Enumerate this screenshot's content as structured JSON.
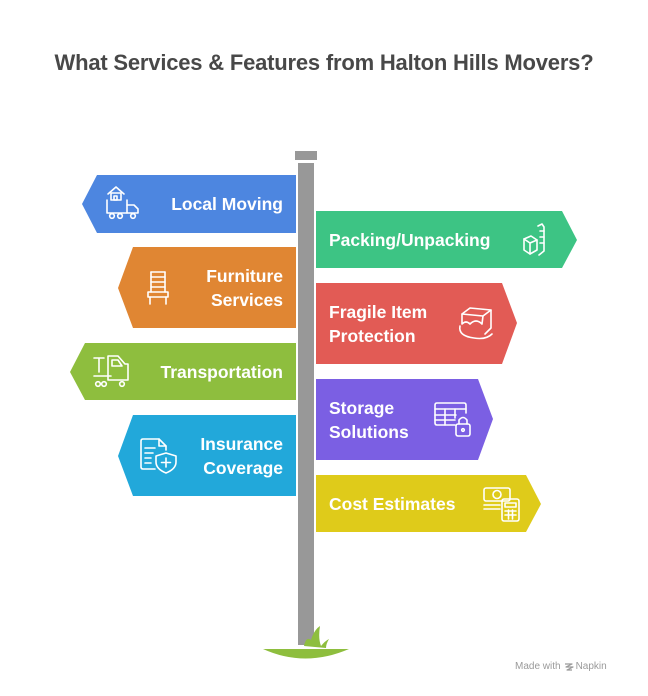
{
  "title": "What Services & Features from Halton Hills Movers?",
  "signs": [
    {
      "id": "local-moving",
      "label_lines": [
        "Local Moving"
      ],
      "side": "left",
      "color": "#4D86E0",
      "icon": "house-truck-icon"
    },
    {
      "id": "packing-unpacking",
      "label_lines": [
        "Packing/Unpacking"
      ],
      "side": "right",
      "color": "#3DC484",
      "icon": "hand-truck-box-icon"
    },
    {
      "id": "furniture-services",
      "label_lines": [
        "Furniture",
        "Services"
      ],
      "side": "left",
      "color": "#E08633",
      "icon": "chair-icon"
    },
    {
      "id": "fragile-item-protection",
      "label_lines": [
        "Fragile Item",
        "Protection"
      ],
      "side": "right",
      "color": "#E25B55",
      "icon": "fragile-box-icon"
    },
    {
      "id": "transportation",
      "label_lines": [
        "Transportation"
      ],
      "side": "left",
      "color": "#8EBE3E",
      "icon": "truck-icon"
    },
    {
      "id": "storage-solutions",
      "label_lines": [
        "Storage",
        "Solutions"
      ],
      "side": "right",
      "color": "#7B5FE3",
      "icon": "storage-lock-icon"
    },
    {
      "id": "insurance-coverage",
      "label_lines": [
        "Insurance",
        "Coverage"
      ],
      "side": "left",
      "color": "#22A8DA",
      "icon": "document-shield-icon"
    },
    {
      "id": "cost-estimates",
      "label_lines": [
        "Cost Estimates"
      ],
      "side": "right",
      "color": "#DFCB1A",
      "icon": "money-calculator-icon"
    }
  ],
  "pole": {
    "color": "#989898",
    "grass_color": "#8EBE3E"
  },
  "footer": {
    "made_with": "Made with",
    "brand": "Napkin"
  }
}
